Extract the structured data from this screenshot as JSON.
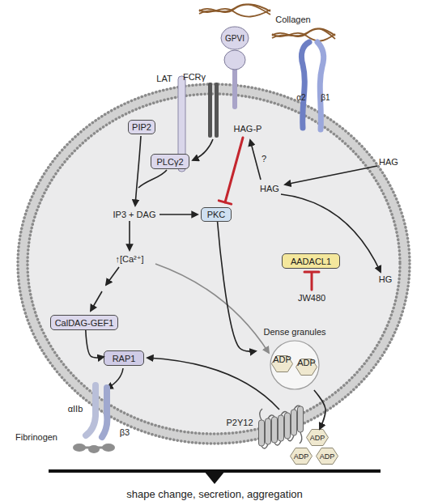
{
  "diagram": {
    "nodes": [
      {
        "text": [
          "PIP2"
        ]
      },
      {
        "text": [
          "PLCγ2"
        ]
      },
      {
        "text": [
          "PKC"
        ]
      },
      {
        "text": [
          "AADACL1"
        ]
      },
      {
        "text": [
          "CalDAG-GEF1"
        ]
      },
      {
        "text": [
          "Dense granules"
        ]
      },
      {
        "text": [
          "ADP"
        ],
        "in": 5
      },
      {
        "text": [
          "ADP"
        ],
        "in": 5
      },
      {
        "text": [
          "RAP1"
        ]
      },
      {
        "text": [
          "ADP"
        ]
      },
      {
        "text": [
          "ADP"
        ]
      },
      {
        "text": [
          "ADP"
        ]
      }
    ],
    "edges": [
      {
        "from": 4,
        "to": 8,
        "arrow": "to"
      },
      {
        "from": 2,
        "to": 5,
        "arrow": "to"
      },
      {
        "from": 5,
        "to": 9,
        "arrow": "to"
      }
    ],
    "labels": [
      "Collagen",
      "GPVI",
      "LAT",
      "FCRγ",
      "α2",
      "β1",
      "HAG-P",
      "?",
      "HAG",
      "HAG",
      "IP3 + DAG",
      "↑[Ca²⁺]",
      "JW480",
      "HG",
      "P2Y12",
      "Fibrinogen",
      "αIIb",
      "β3",
      "shape change, secretion, aggregation"
    ]
  }
}
